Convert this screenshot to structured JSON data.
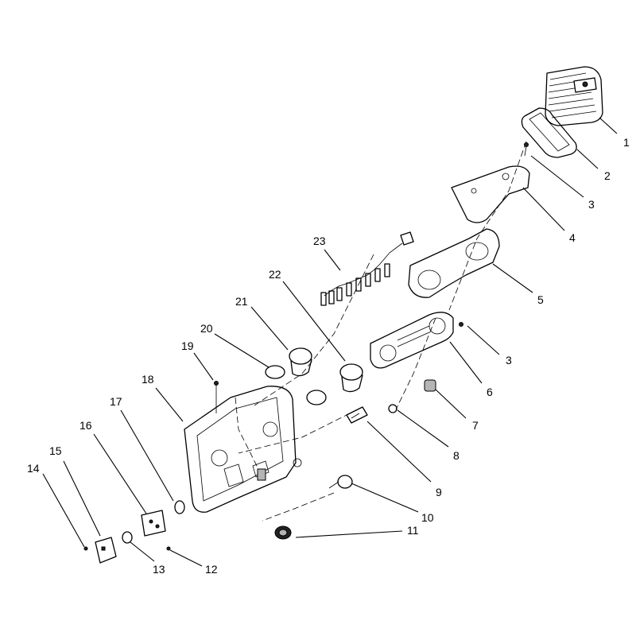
{
  "diagram": {
    "callouts": [
      {
        "id": "1",
        "label": "1"
      },
      {
        "id": "2",
        "label": "2"
      },
      {
        "id": "3a",
        "label": "3"
      },
      {
        "id": "4",
        "label": "4"
      },
      {
        "id": "5",
        "label": "5"
      },
      {
        "id": "3b",
        "label": "3"
      },
      {
        "id": "6",
        "label": "6"
      },
      {
        "id": "7",
        "label": "7"
      },
      {
        "id": "8",
        "label": "8"
      },
      {
        "id": "9",
        "label": "9"
      },
      {
        "id": "10",
        "label": "10"
      },
      {
        "id": "11",
        "label": "11"
      },
      {
        "id": "12",
        "label": "12"
      },
      {
        "id": "13",
        "label": "13"
      },
      {
        "id": "14",
        "label": "14"
      },
      {
        "id": "15",
        "label": "15"
      },
      {
        "id": "16",
        "label": "16"
      },
      {
        "id": "17",
        "label": "17"
      },
      {
        "id": "18",
        "label": "18"
      },
      {
        "id": "19",
        "label": "19"
      },
      {
        "id": "20",
        "label": "20"
      },
      {
        "id": "21",
        "label": "21"
      },
      {
        "id": "22",
        "label": "22"
      },
      {
        "id": "23",
        "label": "23"
      }
    ]
  }
}
